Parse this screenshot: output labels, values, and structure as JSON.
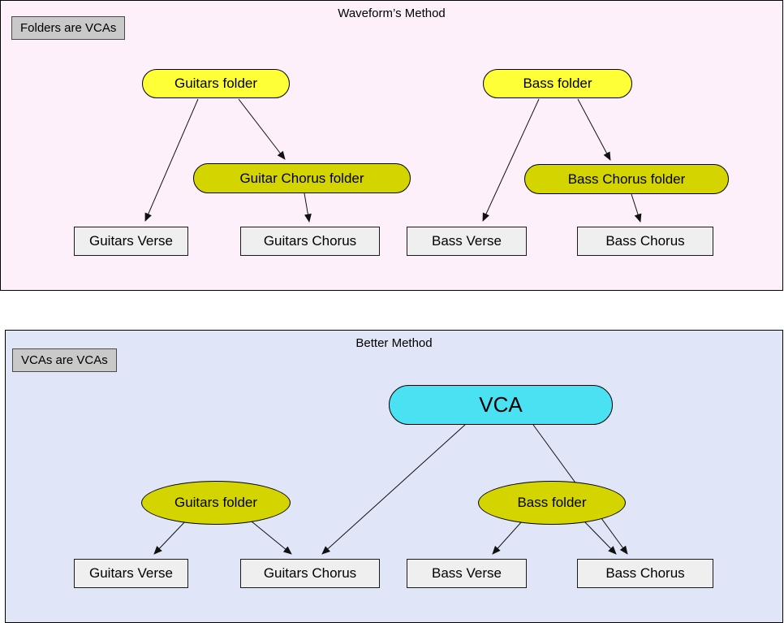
{
  "diagram": {
    "panel1": {
      "title": "Waveform’s Method",
      "tag": "Folders are VCAs",
      "bg_color": "#fdf0fa",
      "nodes": {
        "guitars_folder": "Guitars folder",
        "bass_folder": "Bass folder",
        "guitar_chorus_folder": "Guitar Chorus folder",
        "bass_chorus_folder": "Bass Chorus folder",
        "guitars_verse": "Guitars Verse",
        "guitars_chorus": "Guitars Chorus",
        "bass_verse": "Bass Verse",
        "bass_chorus": "Bass Chorus"
      },
      "edges": [
        {
          "from": "Guitars folder",
          "to": "Guitars Verse"
        },
        {
          "from": "Guitars folder",
          "to": "Guitar Chorus folder"
        },
        {
          "from": "Guitar Chorus folder",
          "to": "Guitars Chorus"
        },
        {
          "from": "Bass folder",
          "to": "Bass Verse"
        },
        {
          "from": "Bass folder",
          "to": "Bass Chorus folder"
        },
        {
          "from": "Bass Chorus folder",
          "to": "Bass Chorus"
        }
      ]
    },
    "panel2": {
      "title": "Better Method",
      "tag": "VCAs are VCAs",
      "bg_color": "#e1e5f8",
      "nodes": {
        "vca": "VCA",
        "guitars_folder": "Guitars folder",
        "bass_folder": "Bass folder",
        "guitars_verse": "Guitars Verse",
        "guitars_chorus": "Guitars Chorus",
        "bass_verse": "Bass Verse",
        "bass_chorus": "Bass Chorus"
      },
      "edges": [
        {
          "from": "VCA",
          "to": "Guitars Chorus"
        },
        {
          "from": "VCA",
          "to": "Bass Chorus"
        },
        {
          "from": "Guitars folder",
          "to": "Guitars Verse"
        },
        {
          "from": "Guitars folder",
          "to": "Guitars Chorus"
        },
        {
          "from": "Bass folder",
          "to": "Bass Verse"
        },
        {
          "from": "Bass folder",
          "to": "Bass Chorus"
        }
      ]
    },
    "colors": {
      "folder_yellow": "#ffff37",
      "chorus_folder_olive": "#d4d400",
      "vca_cyan": "#4ae1f2",
      "track_box_gray": "#efefef",
      "tag_gray": "#c9c9c9",
      "edge_black": "#111111"
    }
  }
}
